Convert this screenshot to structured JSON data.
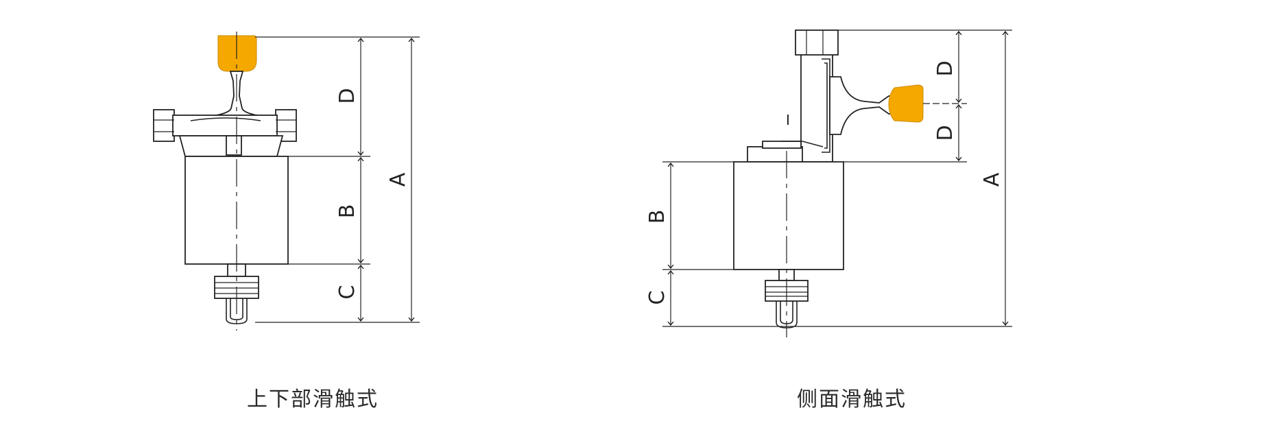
{
  "diagrams": [
    {
      "caption": "上下部滑触式",
      "dimension_labels": [
        "A",
        "B",
        "C",
        "D"
      ]
    },
    {
      "caption": "侧面滑触式",
      "dimension_labels": [
        "A",
        "B",
        "C",
        "D",
        "D"
      ],
      "insulator_mark": "I"
    }
  ],
  "colors": {
    "collector_shoe": "#F5A800",
    "line": "#222222",
    "background": "#ffffff"
  }
}
